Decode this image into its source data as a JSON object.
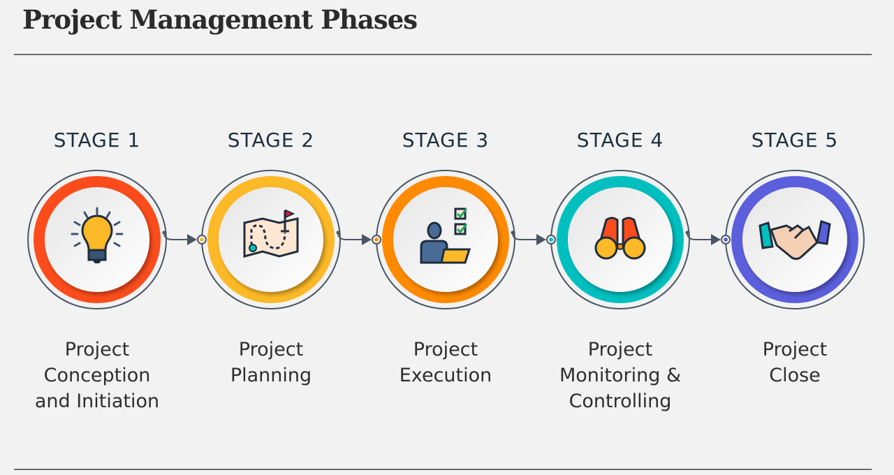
{
  "title": "Project Management Phases",
  "stages": [
    {
      "label": "STAGE 1",
      "desc": [
        "Project",
        "Conception",
        "and Initiation"
      ],
      "color": "#fc4c1c",
      "icon": "lightbulb-icon"
    },
    {
      "label": "STAGE 2",
      "desc": [
        "Project",
        "Planning"
      ],
      "color": "#fdb927",
      "icon": "map-icon"
    },
    {
      "label": "STAGE 3",
      "desc": [
        "Project",
        "Execution"
      ],
      "color": "#ff8a00",
      "icon": "person-checklist-icon"
    },
    {
      "label": "STAGE 4",
      "desc": [
        "Project",
        "Monitoring &",
        "Controlling"
      ],
      "color": "#00bfbf",
      "icon": "binoculars-icon"
    },
    {
      "label": "STAGE 5",
      "desc": [
        "Project",
        "Close"
      ],
      "color": "#5b5fdc",
      "icon": "handshake-icon"
    }
  ]
}
